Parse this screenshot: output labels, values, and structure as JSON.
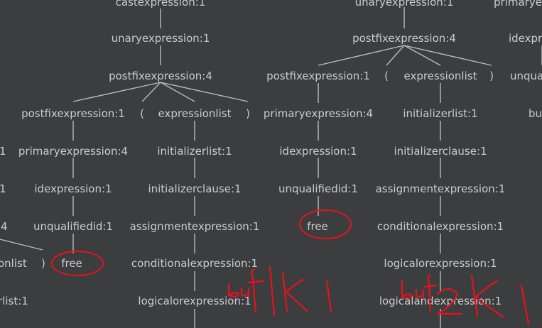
{
  "tree": {
    "left": {
      "castexpression": "castexpression:1",
      "unaryexpression": "unaryexpression:1",
      "postfixexpression_parent": "postfixexpression:4",
      "postfixexpression_child": "postfixexpression:1",
      "open_paren": "(",
      "expressionlist": "expressionlist",
      "close_paren": ")",
      "primaryexpression": "primaryexpression:4",
      "initializerlist": "initializerlist:1",
      "idexpression": "idexpression:1",
      "initializerclause": "initializerclause:1",
      "unqualifiedid": "unqualifiedid:1",
      "assignmentexpression": "assignmentexpression:1",
      "free": "free",
      "conditionalexpression": "conditionalexpression:1",
      "logicalorexpression": "logicalorexpression:1"
    },
    "edge_left": {
      "one_a": "1",
      "one_b": "1",
      "four": "4",
      "onlist": "onlist",
      "close_paren": ")",
      "rlist": "rlist:1"
    },
    "right": {
      "unaryexpression": "unaryexpression:1",
      "postfixexpression_parent": "postfixexpression:4",
      "postfixexpression_child": "postfixexpression:1",
      "open_paren": "(",
      "expressionlist": "expressionlist",
      "close_paren": ")",
      "primaryexpression": "primaryexpression:4",
      "initializerlist": "initializerlist:1",
      "idexpression": "idexpression:1",
      "initializerclause": "initializerclause:1",
      "unqualifiedid": "unqualifiedid:1",
      "assignmentexpression": "assignmentexpression:1",
      "free": "free",
      "conditionalexpression": "conditionalexpression:1",
      "logicalorexpression": "logicalorexpression:1",
      "logicalandexpression": "logicalandexpression:1"
    },
    "edge_right": {
      "primarye": "primarye",
      "idexpr": "idexpr",
      "unqua": "unqua",
      "bu": "bu"
    }
  },
  "annotations": {
    "color": "#e8121b",
    "handwriting_1": "buf|k|",
    "handwriting_2": "buf2k|"
  },
  "colors": {
    "background": "#3b3d3f",
    "text": "#c9cbcd",
    "edge": "#b9bbbd"
  }
}
